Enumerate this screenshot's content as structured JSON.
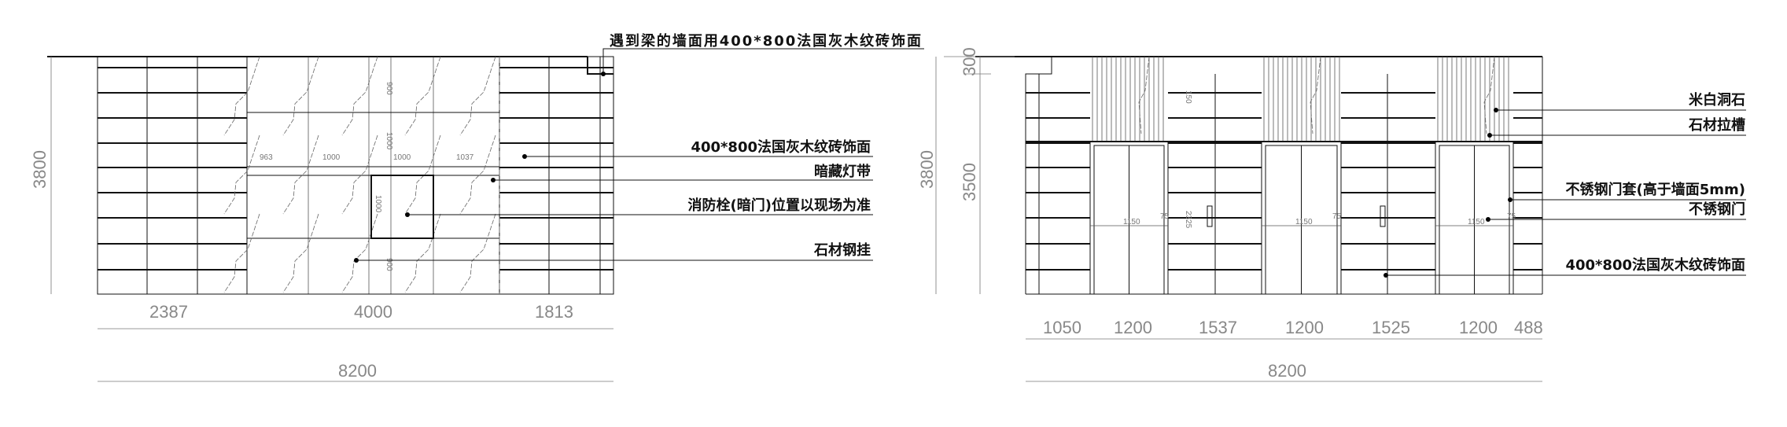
{
  "left_elevation": {
    "labels": {
      "beam_wall": "遇到梁的墙面用400*800法国灰木纹砖饰面",
      "tile_finish": "400*800法国灰木纹砖饰面",
      "hidden_light": "暗藏灯带",
      "hydrant_door": "消防栓(暗门)位置以现场为准",
      "stone_hanging": "石材钢挂"
    },
    "height_dims": [
      "3800",
      "3800"
    ],
    "bottom_dims": [
      "2387",
      "4000",
      "1813"
    ],
    "total_dim": "8200",
    "panel_widths": [
      "963",
      "1000",
      "1000",
      "1037"
    ],
    "panel_heights": [
      "900",
      "1000",
      "1000",
      "900"
    ]
  },
  "right_elevation": {
    "labels": {
      "stone": "米白洞石",
      "stone_groove": "石材拉槽",
      "door_frame": "不锈钢门套(高于墙面5mm)",
      "door": "不锈钢门",
      "tile_finish": "400*800法国灰木纹砖饰面"
    },
    "height_dims": [
      "300",
      "3500"
    ],
    "bottom_dims": [
      "1050",
      "1200",
      "1537",
      "1200",
      "1525",
      "1200",
      "488"
    ],
    "total_dim": "8200",
    "small_dims": {
      "upper": "150",
      "door_height": "2325",
      "door_width": "1150",
      "frame": "75"
    }
  }
}
